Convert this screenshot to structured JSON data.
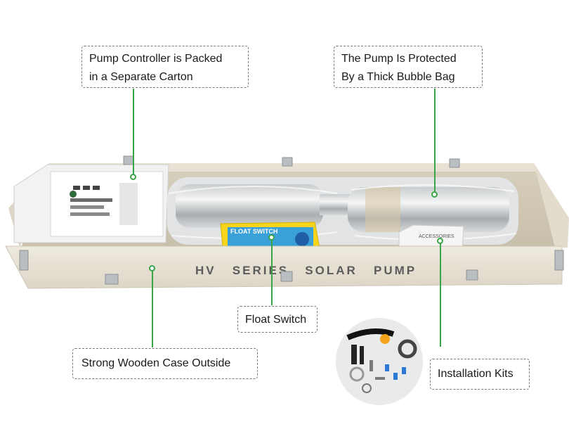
{
  "callouts": {
    "controller": {
      "line1": "Pump Controller is Packed",
      "line2": "in a Separate Carton"
    },
    "bubble_bag": {
      "line1": "The Pump Is Protected",
      "line2": "By a Thick Bubble Bag"
    },
    "float_switch": {
      "label": "Float Switch"
    },
    "wooden_case": {
      "label": "Strong Wooden Case Outside"
    },
    "installation_kits": {
      "label": "Installation Kits"
    }
  },
  "case": {
    "label": "HV   SERIES   SOLAR   PUMP"
  },
  "float_switch_box": {
    "title": "FLOAT SWITCH"
  },
  "accessories_box": {
    "title": "ACCESSORIES"
  },
  "colors": {
    "leader": "#3aa548",
    "case_wood": "#e9e4d9",
    "case_text": "#5b5b5b"
  }
}
